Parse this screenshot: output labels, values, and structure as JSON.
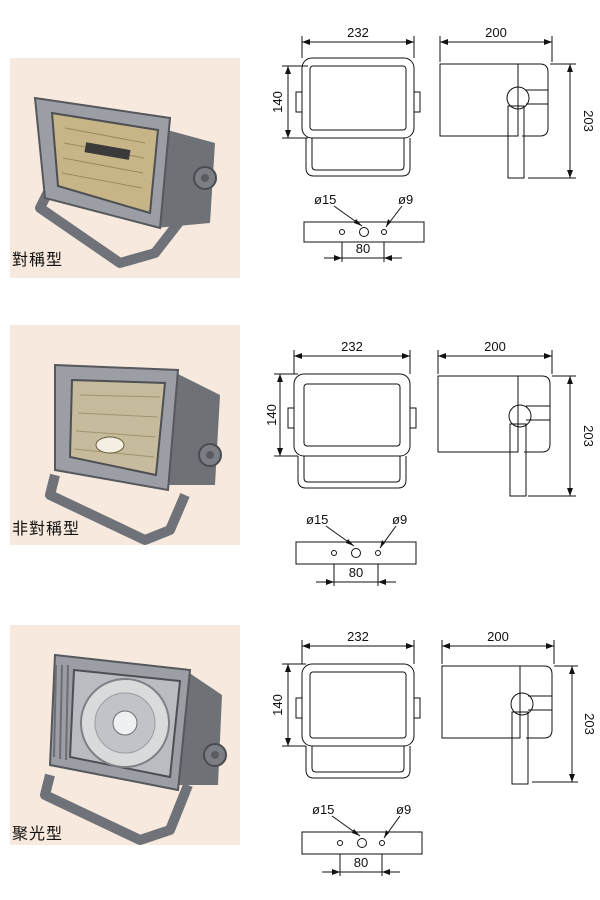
{
  "sections": [
    {
      "type_label": "對稱型",
      "reflector": "symmetric",
      "dims": {
        "width": "232",
        "depth": "200",
        "height": "140",
        "side_height": "203",
        "hole_large": "ø15",
        "hole_small": "ø9",
        "hole_spacing": "80"
      }
    },
    {
      "type_label": "非對稱型",
      "reflector": "asymmetric",
      "dims": {
        "width": "232",
        "depth": "200",
        "height": "140",
        "side_height": "203",
        "hole_large": "ø15",
        "hole_small": "ø9",
        "hole_spacing": "80"
      }
    },
    {
      "type_label": "聚光型",
      "reflector": "spot",
      "dims": {
        "width": "232",
        "depth": "200",
        "height": "140",
        "side_height": "203",
        "hole_large": "ø15",
        "hole_small": "ø9",
        "hole_spacing": "80"
      }
    }
  ],
  "colors": {
    "photo_bg": "#f7e9dd",
    "housing": "#8d9096",
    "line": "#111111"
  }
}
